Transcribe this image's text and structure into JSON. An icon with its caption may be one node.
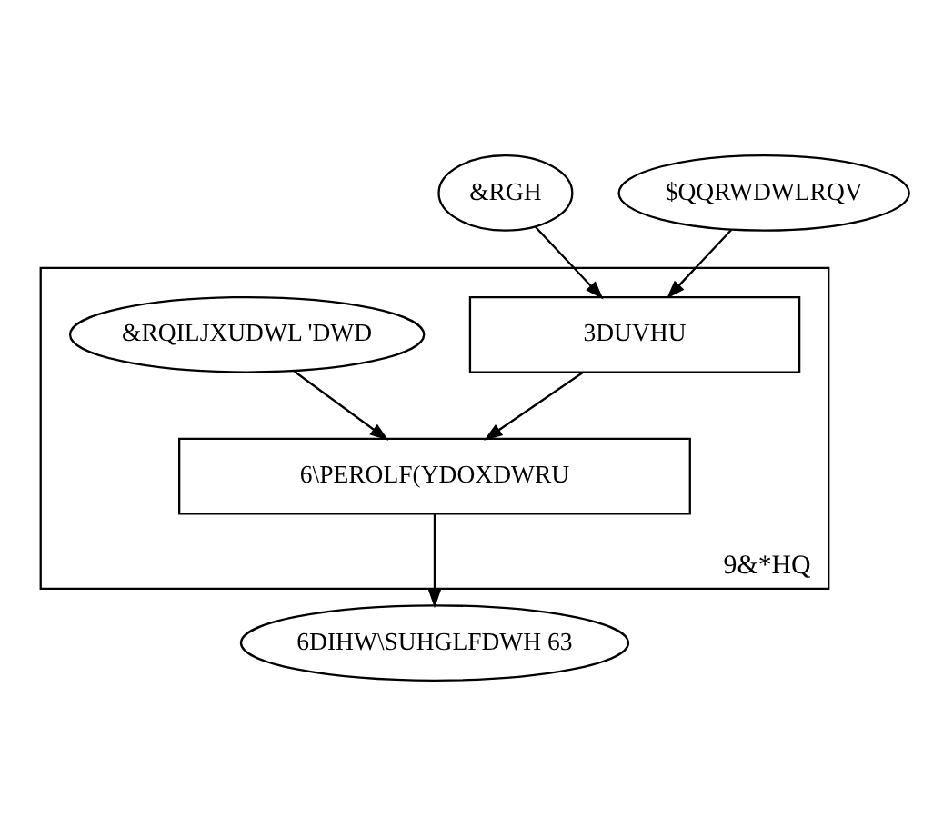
{
  "diagram": {
    "nodes": [
      {
        "text": [
          "&RGH"
        ]
      },
      {
        "text": [
          "$QQRWDWLRQV"
        ]
      },
      {
        "text": [
          "9&*HQ"
        ]
      },
      {
        "text": [
          "3DUVHU"
        ],
        "in": 2
      },
      {
        "text": [
          "&RQILJXUDWL 'DWD"
        ],
        "in": 2
      },
      {
        "text": [
          "6\\PEROLF(YDOXDWRU"
        ],
        "in": 2
      },
      {
        "text": [
          "6DIHW\\SUHGLFDWH 63"
        ]
      }
    ],
    "edges": [
      {
        "from": 0,
        "to": 3,
        "arrow": "to"
      },
      {
        "from": 1,
        "to": 3,
        "arrow": "to"
      },
      {
        "from": 3,
        "to": 5,
        "arrow": "to"
      },
      {
        "from": 4,
        "to": 5,
        "arrow": "to"
      },
      {
        "from": 5,
        "to": 6,
        "arrow": "to"
      }
    ]
  }
}
